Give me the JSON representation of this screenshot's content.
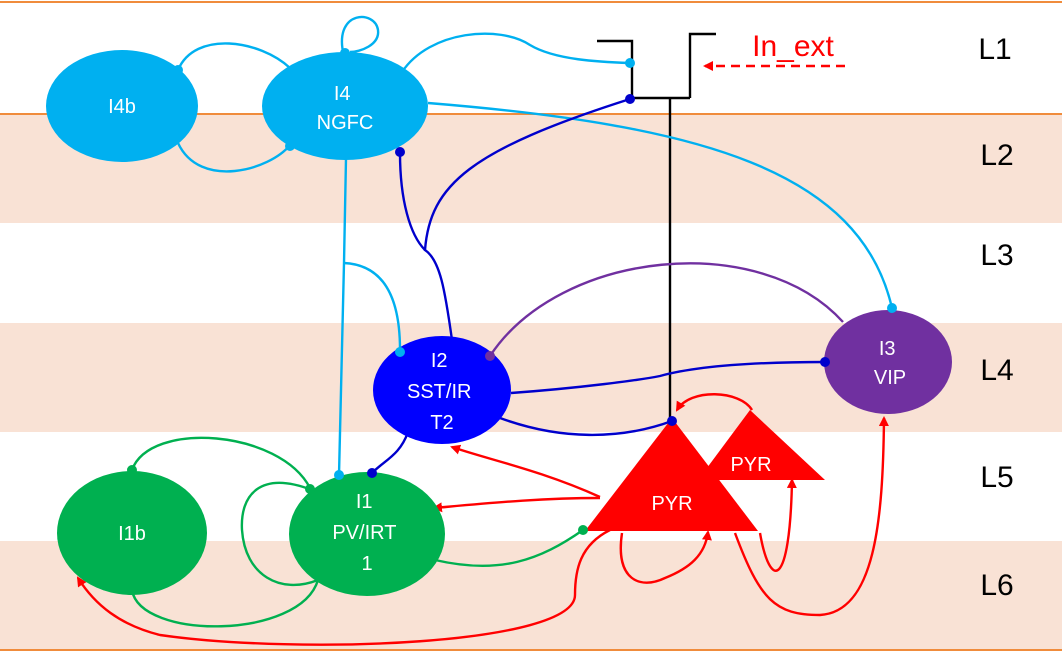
{
  "colors": {
    "ngfc": "#00b0f0",
    "sst": "#0000ff",
    "sst_dark": "#0000cc",
    "vip": "#7030a0",
    "pv": "#00b050",
    "pyr": "#ff0000",
    "band": "#f9e2d5",
    "border": "#f08c3c",
    "black": "#000000"
  },
  "layers": [
    "L1",
    "L2",
    "L3",
    "L4",
    "L5",
    "L6"
  ],
  "nodes": {
    "i4b": [
      "I4b"
    ],
    "i4": [
      "I4",
      "NGFC"
    ],
    "i2": [
      "I2",
      "SST/IR",
      "T2"
    ],
    "i3": [
      "I3",
      "VIP"
    ],
    "i1b": [
      "I1b"
    ],
    "i1": [
      "I1",
      "PV/IRT",
      "1"
    ],
    "pyr_main": [
      "PYR"
    ],
    "pyr_small": [
      "PYR"
    ]
  },
  "input": {
    "label": "In_ext"
  }
}
